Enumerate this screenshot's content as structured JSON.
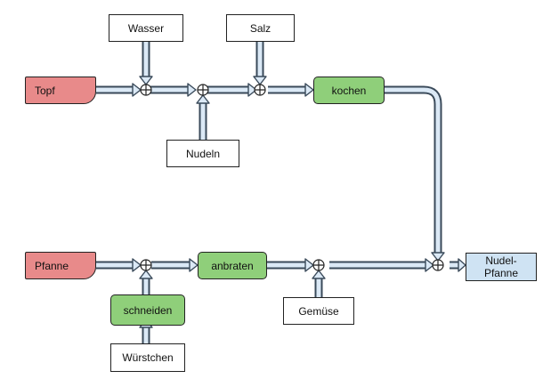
{
  "diagram": {
    "ingredients": {
      "wasser": "Wasser",
      "salz": "Salz",
      "nudeln": "Nudeln",
      "wuerstchen": "Würstchen",
      "gemuese": "Gemüse"
    },
    "vessels": {
      "topf": "Topf",
      "pfanne": "Pfanne"
    },
    "processes": {
      "kochen": "kochen",
      "anbraten": "anbraten",
      "schneiden": "schneiden"
    },
    "output": {
      "nudel_pfanne": "Nudel-\nPfanne"
    },
    "colors": {
      "vessel": "#e88a8a",
      "process": "#8fcf7a",
      "output": "#cfe3f3",
      "pipe_fill": "#dbe9f6",
      "pipe_stroke": "#3a4a5a"
    }
  }
}
